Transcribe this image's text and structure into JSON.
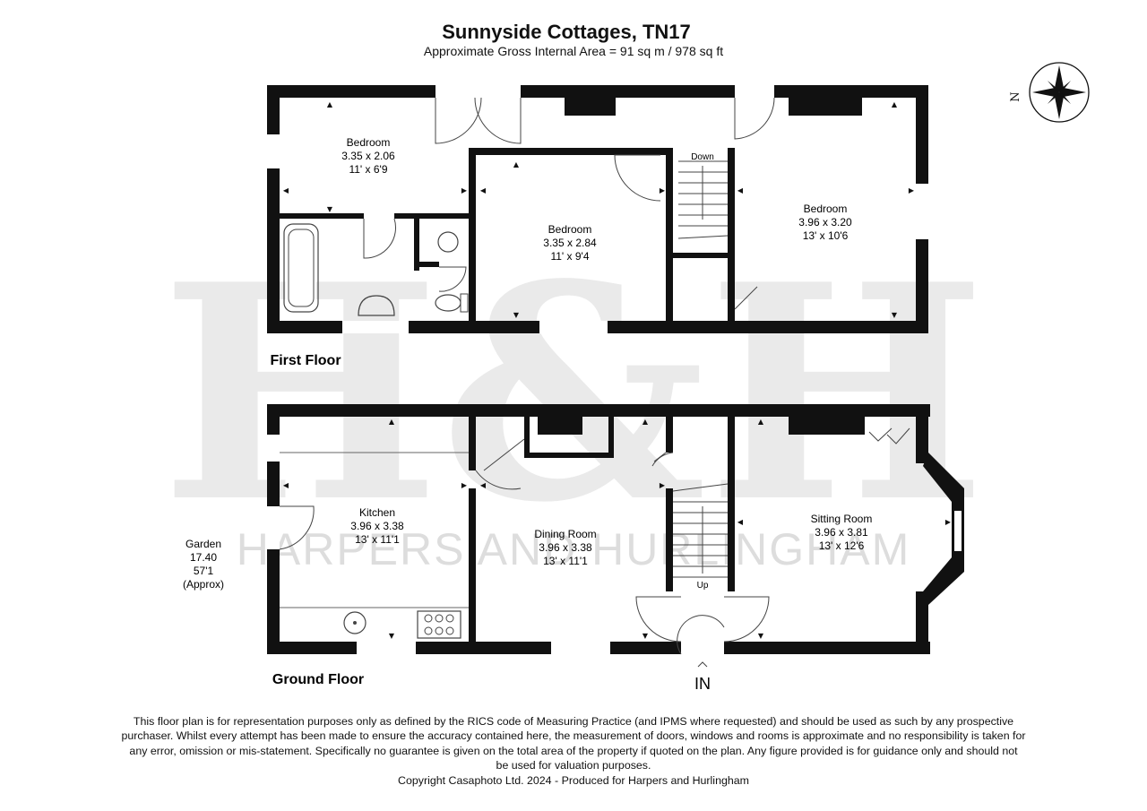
{
  "header": {
    "title": "Sunnyside Cottages, TN17",
    "subtitle": "Approximate Gross Internal Area = 91 sq m / 978 sq ft"
  },
  "compass": {
    "north_label": "N",
    "icon": "compass-rose-icon"
  },
  "watermark": {
    "monogram": "H&H",
    "text": "HARPERS AND HURLINGHAM",
    "color": "#f2c6dc"
  },
  "floors": {
    "first": {
      "label": "First Floor",
      "stairs_label": "Down",
      "rooms": [
        {
          "name": "Bedroom",
          "metric": "3.35 x 2.06",
          "imperial": "11' x 6'9"
        },
        {
          "name": "Bedroom",
          "metric": "3.35 x 2.84",
          "imperial": "11' x 9'4"
        },
        {
          "name": "Bedroom",
          "metric": "3.96 x 3.20",
          "imperial": "13' x 10'6"
        }
      ]
    },
    "ground": {
      "label": "Ground Floor",
      "stairs_label": "Up",
      "entrance_label": "IN",
      "rooms": [
        {
          "name": "Kitchen",
          "metric": "3.96 x 3.38",
          "imperial": "13' x 11'1"
        },
        {
          "name": "Dining Room",
          "metric": "3.96 x 3.38",
          "imperial": "13' x 11'1"
        },
        {
          "name": "Sitting Room",
          "metric": "3.96 x 3.81",
          "imperial": "13' x 12'6"
        }
      ],
      "garden": {
        "name": "Garden",
        "metric": "17.40",
        "imperial": "57'1",
        "note": "(Approx)"
      }
    }
  },
  "disclaimer": {
    "lines": [
      "This floor plan is for representation purposes only as defined by the RICS code of Measuring Practice (and IPMS where requested) and should be used as such by any prospective",
      "purchaser. Whilst every attempt has been made to ensure the accuracy contained here, the measurement of doors, windows and rooms is approximate and no responsibility is taken for",
      "any error, omission or mis-statement. Specifically no guarantee is given on the total area of the property if quoted on the plan. Any figure provided is for guidance only and should not",
      "be used for valuation purposes."
    ],
    "copyright": "Copyright Casaphoto Ltd. 2024 - Produced for Harpers and Hurlingham"
  },
  "colors": {
    "wall": "#111111",
    "fixture": "#444444",
    "watermark_grey": "#d6d6d6"
  }
}
